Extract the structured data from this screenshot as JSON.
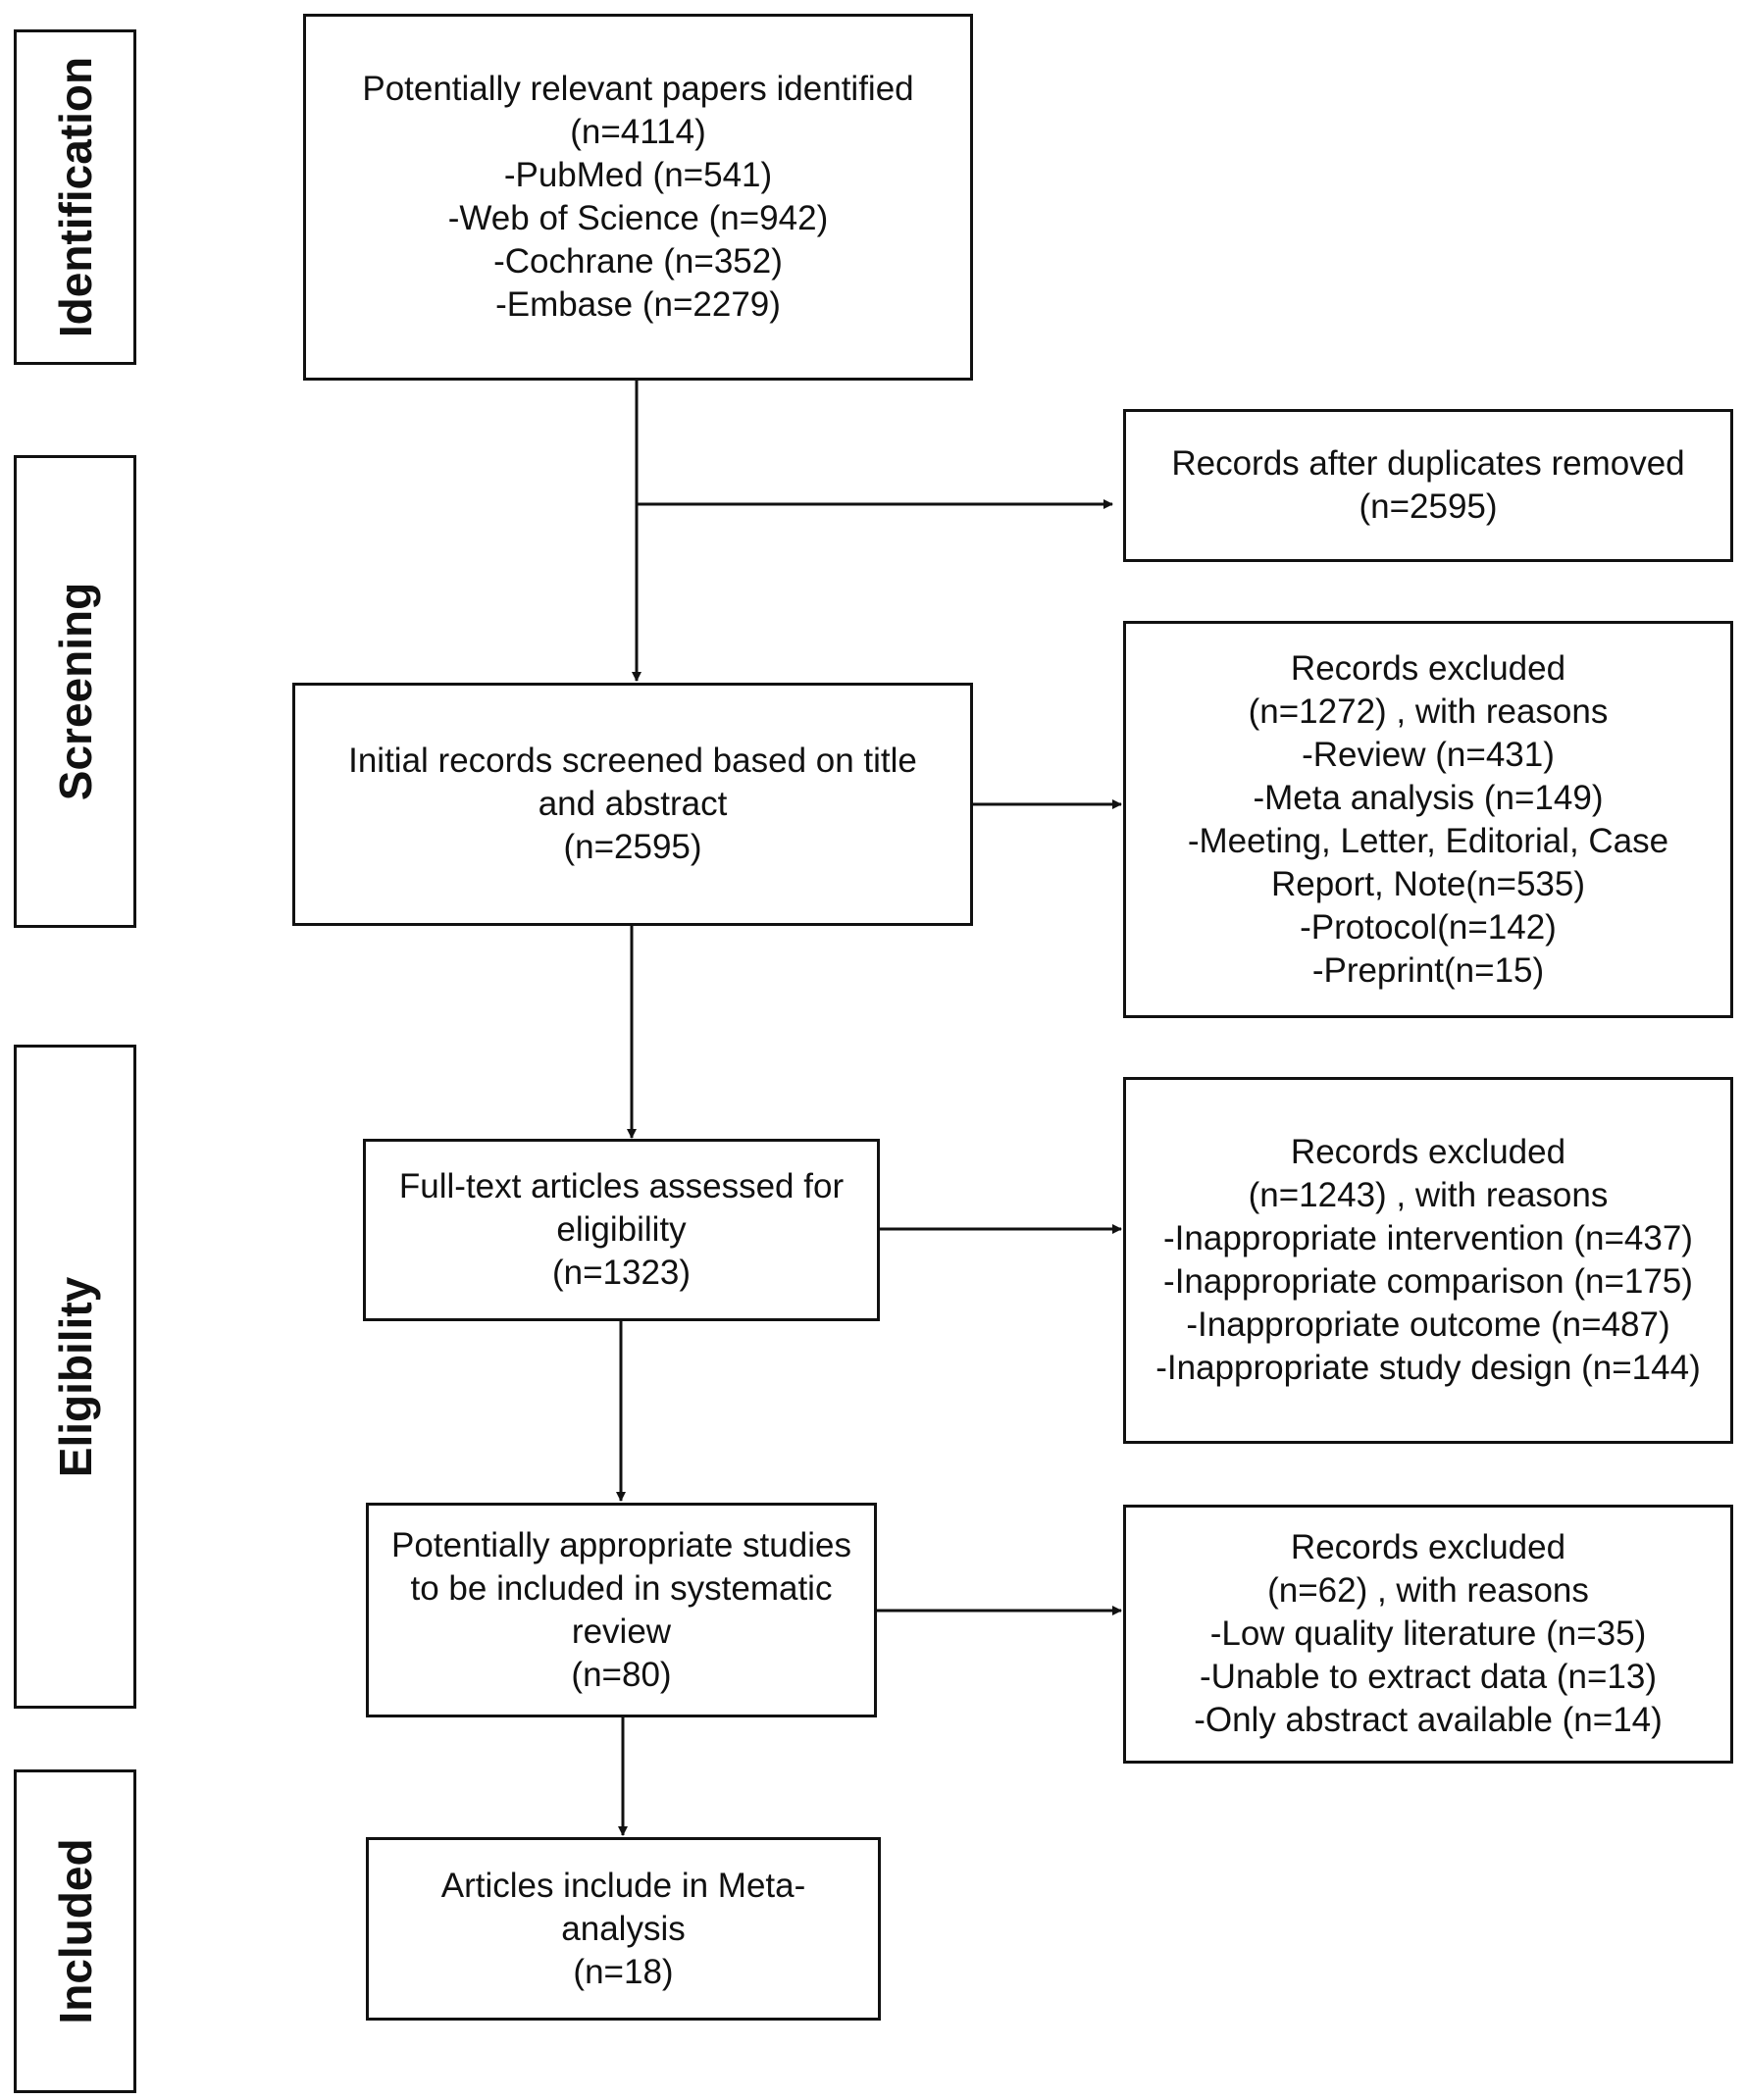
{
  "stages": {
    "identification": "Identification",
    "screening": "Screening",
    "eligibility": "Eligibility",
    "included": "Included"
  },
  "identified": {
    "lines": [
      "Potentially relevant papers identified",
      "(n=4114)",
      "-PubMed  (n=541)",
      "-Web of Science  (n=942)",
      "-Cochrane  (n=352)",
      "-Embase  (n=2279)"
    ]
  },
  "duplicates_removed": {
    "lines": [
      "Records after duplicates removed",
      "(n=2595)"
    ]
  },
  "screened": {
    "lines": [
      "Initial records screened based on title",
      "and abstract",
      "(n=2595)"
    ]
  },
  "excluded_screening": {
    "lines": [
      "Records excluded",
      " (n=1272) , with reasons",
      "-Review  (n=431)",
      "-Meta analysis  (n=149)",
      "-Meeting, Letter, Editorial, Case",
      "Report, Note(n=535)",
      "-Protocol(n=142)",
      "-Preprint(n=15)"
    ]
  },
  "full_text": {
    "lines": [
      "Full-text articles assessed for",
      "eligibility",
      "(n=1323)"
    ]
  },
  "excluded_full_text": {
    "lines": [
      "Records excluded",
      " (n=1243) , with reasons",
      "-Inappropriate intervention (n=437)",
      "-Inappropriate comparison (n=175)",
      "-Inappropriate outcome (n=487)",
      "-Inappropriate study design (n=144)"
    ]
  },
  "potential_studies": {
    "lines": [
      "Potentially appropriate studies",
      "to be included in systematic",
      "review",
      "(n=80)"
    ]
  },
  "excluded_quality": {
    "lines": [
      "Records excluded",
      " (n=62) , with reasons",
      "-Low quality literature  (n=35)",
      "-Unable to extract data  (n=13)",
      "-Only abstract available  (n=14)"
    ]
  },
  "meta_analysis": {
    "lines": [
      "Articles include in Meta-",
      "analysis",
      "(n=18)"
    ]
  },
  "colors": {
    "stroke": "#111111",
    "background": "#ffffff"
  }
}
